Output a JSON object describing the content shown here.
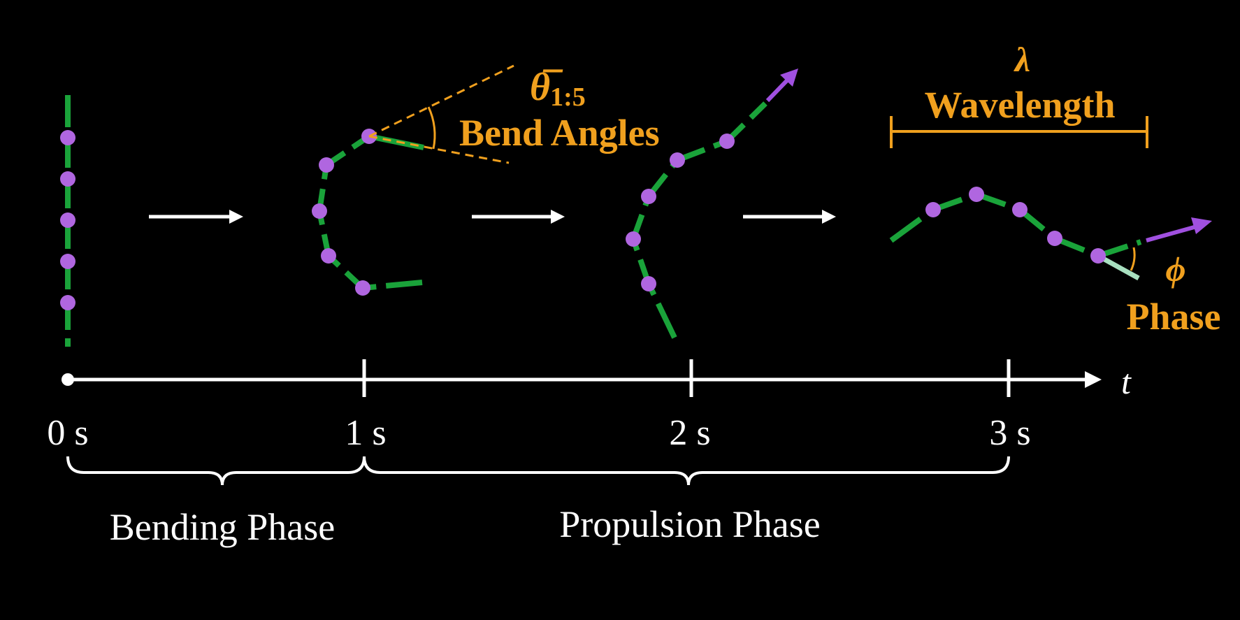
{
  "colors": {
    "background": "#000000",
    "segment": "#1aa33a",
    "segment_light": "#a8e0c0",
    "joint": "#b066e0",
    "annotation": "#f0a01e",
    "axis": "#ffffff",
    "heading_arrow": "#a050e0"
  },
  "timeline": {
    "axis_label": "t",
    "ticks": [
      "0 s",
      "1 s",
      "2 s",
      "3 s"
    ],
    "phases": [
      {
        "label": "Bending Phase"
      },
      {
        "label": "Propulsion Phase"
      }
    ]
  },
  "annotations": {
    "bend_angles": {
      "symbol": "θ̅",
      "subscript": "1:5",
      "label": "Bend Angles"
    },
    "wavelength": {
      "symbol": "λ",
      "label": "Wavelength"
    },
    "phase": {
      "symbol": "ϕ",
      "label": "Phase"
    }
  }
}
